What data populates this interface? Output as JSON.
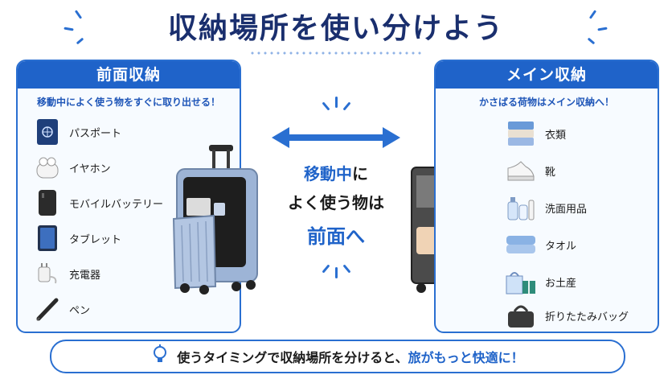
{
  "title": "収納場所を使い分けよう",
  "left_panel": {
    "header": "前面収納",
    "subtitle": "移動中によく使う物をすぐに取り出せる！",
    "items": [
      {
        "label": "パスポート",
        "icon": "passport-icon"
      },
      {
        "label": "イヤホン",
        "icon": "earphones-icon"
      },
      {
        "label": "モバイルバッテリー",
        "icon": "battery-icon"
      },
      {
        "label": "タブレット",
        "icon": "tablet-icon"
      },
      {
        "label": "充電器",
        "icon": "charger-icon"
      },
      {
        "label": "ペン",
        "icon": "pen-icon"
      }
    ]
  },
  "right_panel": {
    "header": "メイン収納",
    "subtitle": "かさばる荷物はメイン収納へ！",
    "items": [
      {
        "label": "衣類",
        "icon": "clothes-icon"
      },
      {
        "label": "靴",
        "icon": "shoes-icon"
      },
      {
        "label": "洗面用品",
        "icon": "toiletries-icon"
      },
      {
        "label": "タオル",
        "icon": "towel-icon"
      },
      {
        "label": "お土産",
        "icon": "souvenir-icon"
      },
      {
        "label": "折りたたみバッグ",
        "icon": "folding-bag-icon"
      }
    ]
  },
  "center": {
    "line1": "移動中",
    "line1_suffix": "に",
    "line2": "よく使う物は",
    "line3": "前面へ"
  },
  "bottom": {
    "text": "使うタイミングで収納場所を分けると、",
    "highlight": "旅がもっと快適に！"
  },
  "colors": {
    "accent": "#1f63c9",
    "title": "#1a2f6e",
    "suitcase": "#9db4d6"
  }
}
